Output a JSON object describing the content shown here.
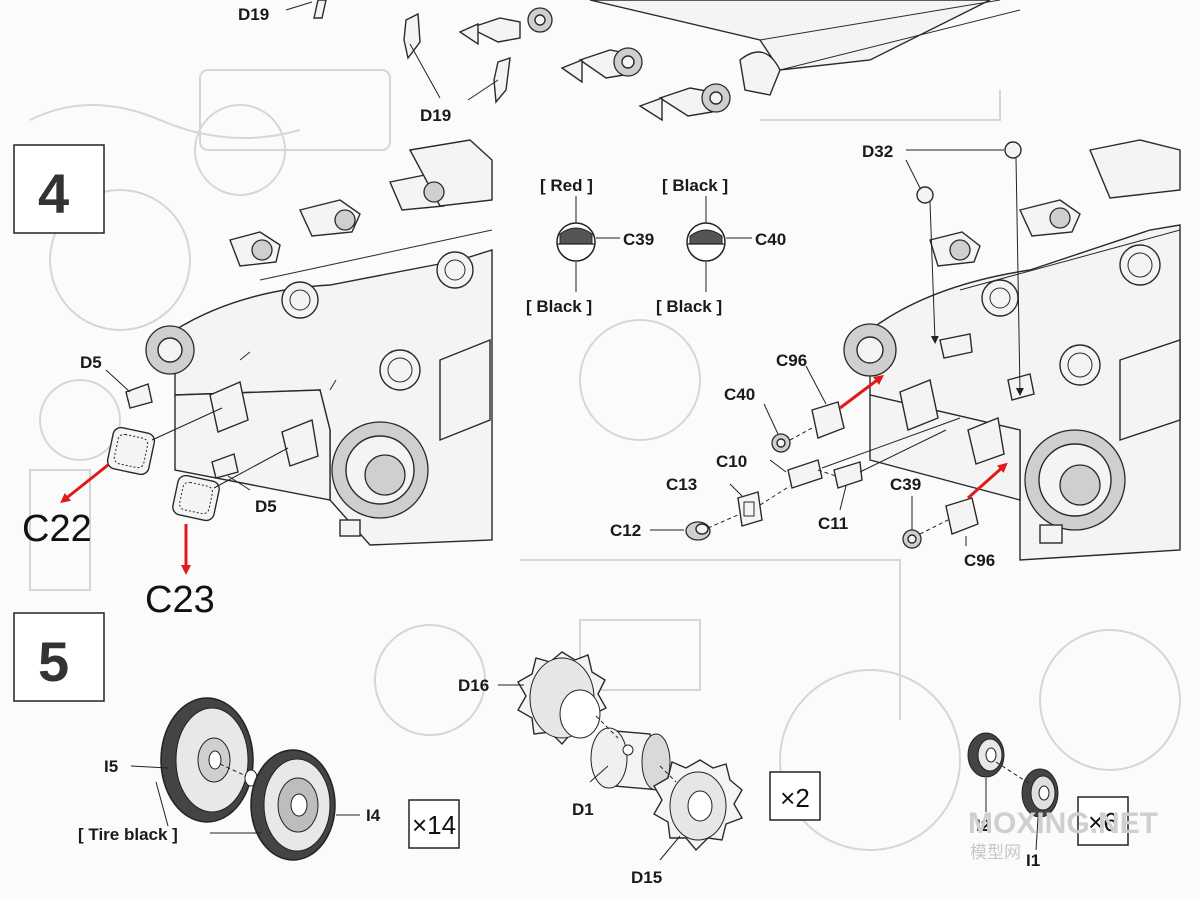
{
  "steps": {
    "step4": "4",
    "step5": "5"
  },
  "labels": {
    "d19_a": "D19",
    "d19_b": "D19",
    "d5_a": "D5",
    "d5_b": "D5",
    "c22": "C22",
    "c23": "C23",
    "paint_red": "[ Red ]",
    "paint_black_top": "[ Black ]",
    "paint_black_l": "[ Black ]",
    "paint_black_r": "[ Black ]",
    "c39_top": "C39",
    "c40_top": "C40",
    "d32": "D32",
    "c96_a": "C96",
    "c96_b": "C96",
    "c40": "C40",
    "c10": "C10",
    "c13": "C13",
    "c12": "C12",
    "c11": "C11",
    "c39": "C39",
    "d16": "D16",
    "d1": "D1",
    "d15": "D15",
    "i5": "I5",
    "i4": "I4",
    "tire_black": "[ Tire  black ]",
    "i2": "I2",
    "i1": "I1"
  },
  "multipliers": {
    "wheels": "×14",
    "sprockets": "×2",
    "small_wheels": "×6"
  },
  "watermark": {
    "site": "MOXING.NET",
    "cn": "模型网"
  },
  "colors": {
    "arrow": "#e01919",
    "line": "#222222",
    "ghost": "#d6d6d6"
  }
}
